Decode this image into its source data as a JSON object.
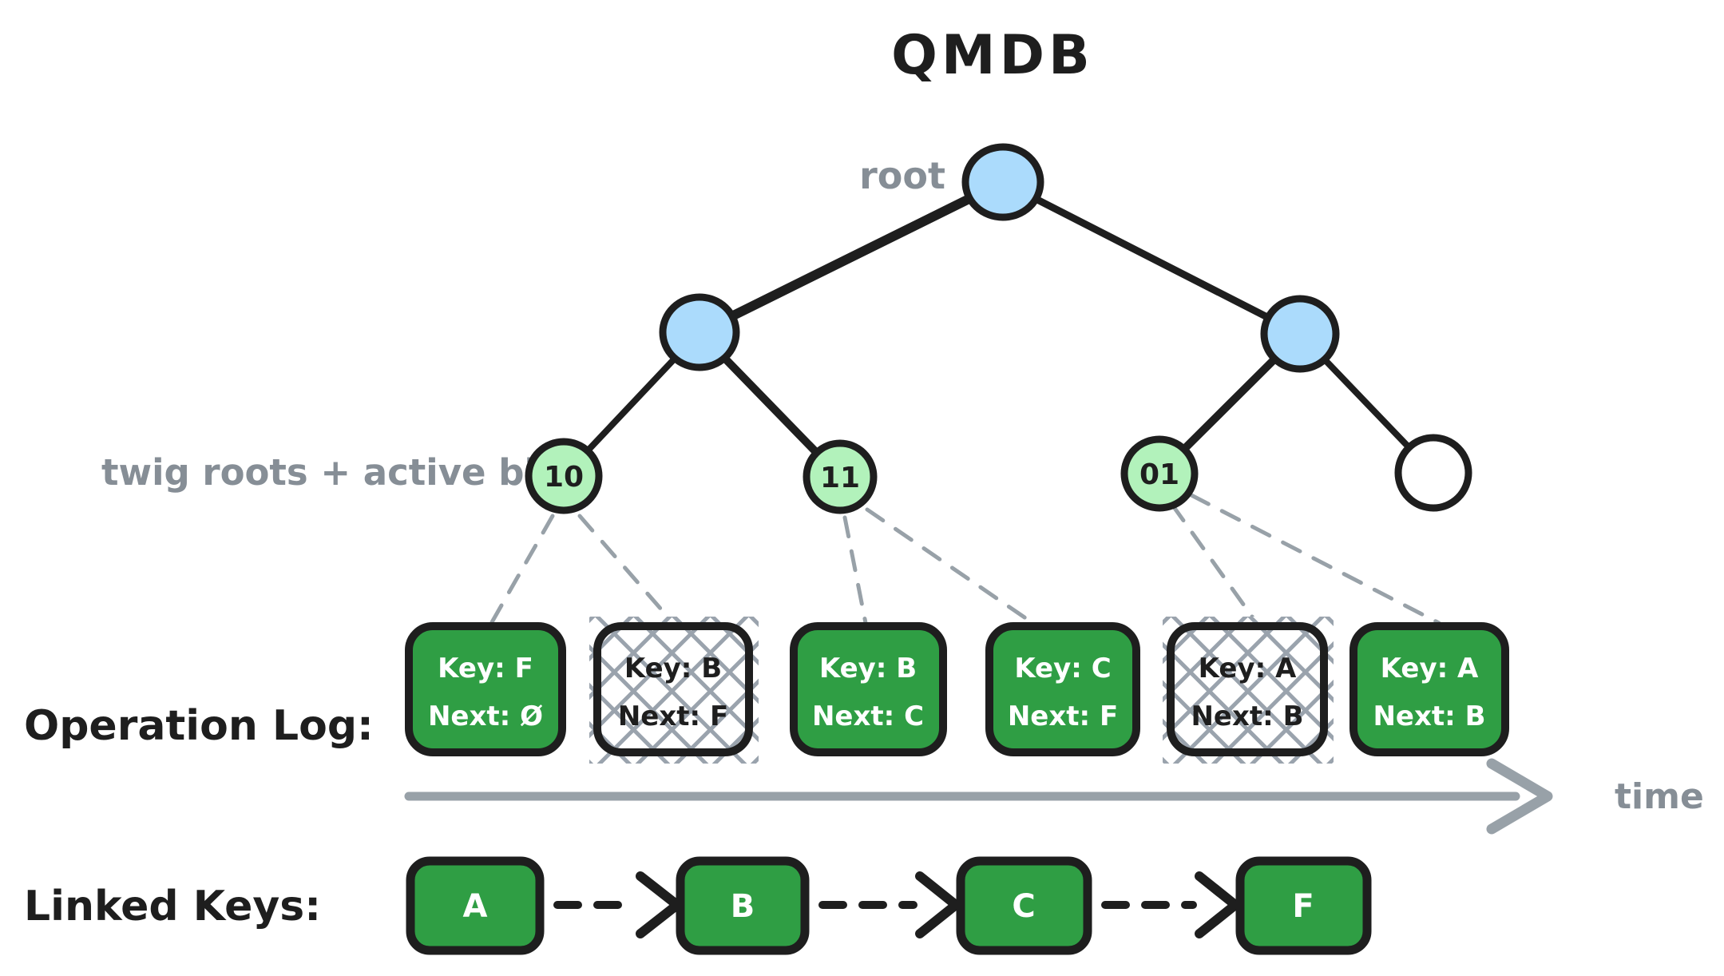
{
  "title": "QMDB",
  "tree": {
    "root_label": "root",
    "twig_label": "twig roots + active bits",
    "leaf_labels": [
      "10",
      "11",
      "01",
      ""
    ]
  },
  "operation_log": {
    "label": "Operation Log:",
    "entries": [
      {
        "key": "Key: F",
        "next": "Next: Ø",
        "state": "active"
      },
      {
        "key": "Key: B",
        "next": "Next: F",
        "state": "stale"
      },
      {
        "key": "Key: B",
        "next": "Next: C",
        "state": "active"
      },
      {
        "key": "Key: C",
        "next": "Next: F",
        "state": "active"
      },
      {
        "key": "Key: A",
        "next": "Next: B",
        "state": "stale"
      },
      {
        "key": "Key: A",
        "next": "Next: B",
        "state": "active"
      }
    ],
    "time_label": "time"
  },
  "linked_keys": {
    "label": "Linked Keys:",
    "keys": [
      "A",
      "B",
      "C",
      "F"
    ]
  },
  "colors": {
    "node_blue": "#abdbfc",
    "node_green": "#b2f2bb",
    "node_white": "#ffffff",
    "box_green": "#2f9e44",
    "stroke": "#1e1e1e",
    "label_gray": "#868e96",
    "arrow_gray": "#98a1a8"
  }
}
